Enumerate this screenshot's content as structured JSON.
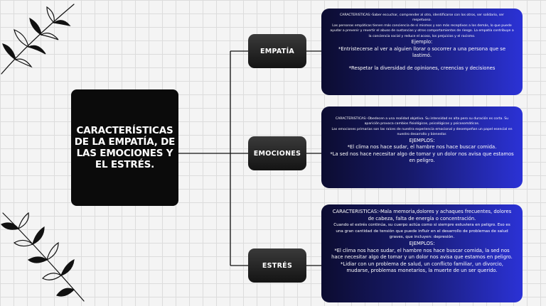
{
  "main": {
    "title": "CARACTERÍSTICAS DE LA EMPATÍA, DE LAS EMOCIONES Y EL ESTRÉS."
  },
  "nodes": {
    "empatia": "EMPATÍA",
    "emociones": "EMOCIONES",
    "estres": "ESTRÉS"
  },
  "cards": {
    "empatia": {
      "p1": "CARACTERISTICAS:-Saber escuchar, comprender al otro, identificarse con los otros, ser solidario, ser respetuoso.",
      "p2": "Las personas empáticas tienen más conciencia de sí mismos y son más receptivos a los demás, lo que puede ayudar a prevenir y revertir el abuso de sustancias y otros comportamientos de riesgo. La empatía contribuye a la conciencia social y reduce el acoso, los prejuicios y el racismo.",
      "heading": "Ejemplo:",
      "ex1": "*Entristecerse al ver a alguien llorar o socorrer a una persona que se lastimó.",
      "ex2": "*Respetar la diversidad de opiniones, creencias y decisiones"
    },
    "emociones": {
      "p1": "CARACTERISTICAS:-Obedecen a una realidad objetiva. Su intensidad es alta pero su duración es corta. Su aparición provoca cambios fisiológicos, psicológicos y psicosomáticos.",
      "p2": "Las emociones primarias son las raíces de nuestra experiencia emocional y desempeñan un papel esencial en nuestro desarrollo y bienestar.",
      "heading": "EJEMPLOS:",
      "ex1": "*El clima nos hace sudar, el hambre nos hace buscar comida.",
      "ex2": "*La sed nos hace necesitar algo de tomar y un dolor nos avisa que estamos en peligro."
    },
    "estres": {
      "p1": "CARACTERISTICAS:-Mala memoria,dolores y achaques frecuentes, dolores de cabeza, falta de energía o concentración.",
      "p2": "Cuando el estrés continúa, su cuerpo actúa como si siempre estuviera en peligro. Eso es una gran cantidad de tensión que puede influir en el desarrollo de problemas de salud graves, que incluyen: depresión.",
      "heading": "EJEMPLOS:",
      "ex1": "*El clima nos hace sudar, el hambre nos hace buscar comida, la sed nos hace necesitar algo de tomar y un dolor nos avisa que estamos en peligro.",
      "ex2": "*Lidiar con un problema de salud, un conflicto familiar, un divorcio, mudarse, problemas monetarios, la muerte de un ser querido."
    }
  },
  "colors": {
    "card_dark": "#0c0c30",
    "card_bright": "#2b32d6",
    "main_box": "#0b0b0b"
  }
}
